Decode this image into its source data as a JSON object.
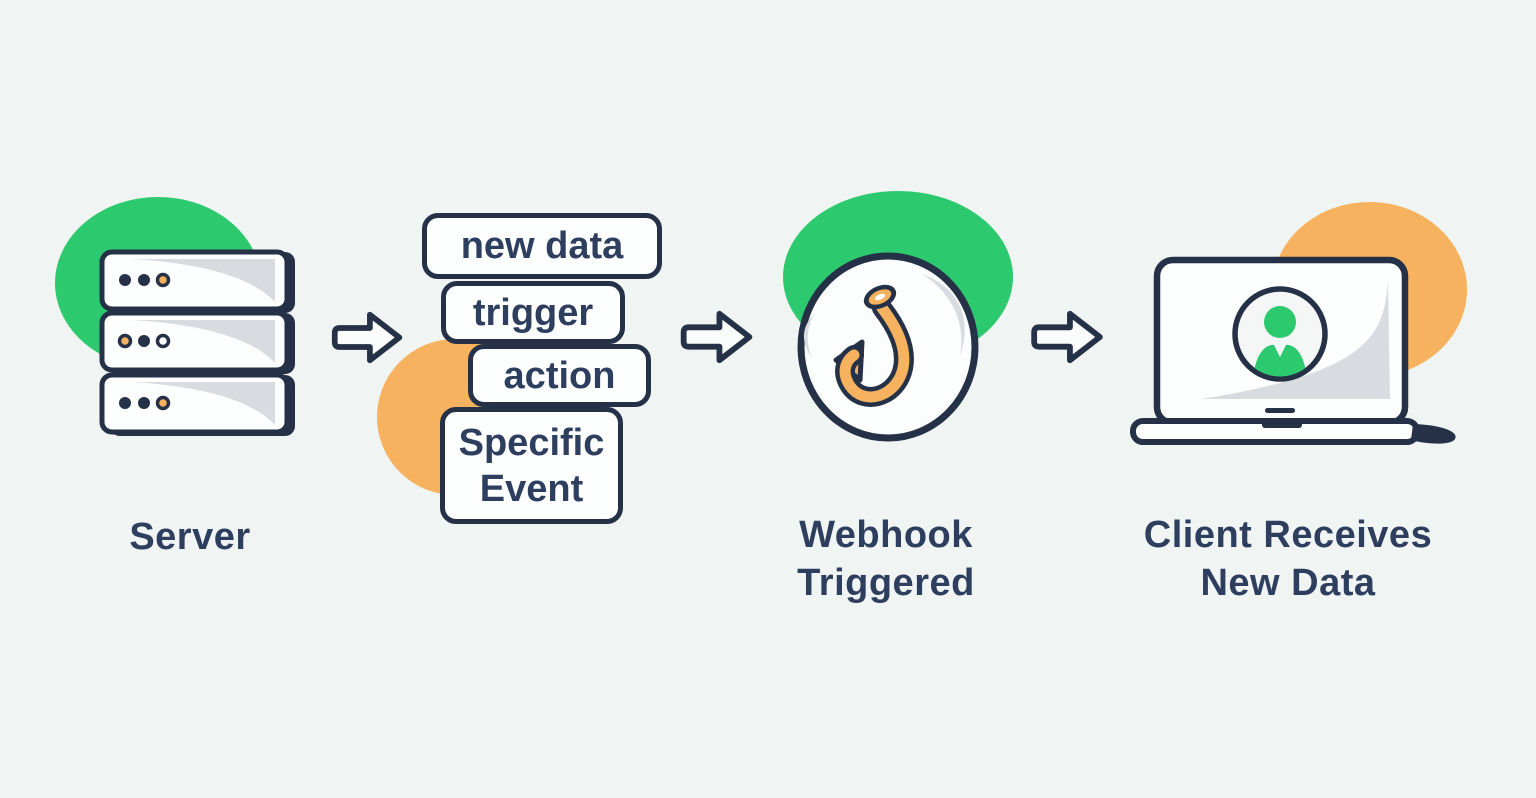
{
  "colors": {
    "background": "#f0f4f2",
    "outline_navy": "#253147",
    "text_navy": "#2e3e5e",
    "green": "#2dc96e",
    "orange": "#f6b25e",
    "gray_highlight": "#d8dce1",
    "white_fill": "#fdfefe"
  },
  "flow": {
    "server": {
      "label": "Server",
      "icon": "server-stack-icon"
    },
    "event_stack": {
      "pills": [
        "new data",
        "trigger",
        "action",
        "Specific Event"
      ]
    },
    "webhook": {
      "label": "Webhook Triggered",
      "icon": "fishhook-icon"
    },
    "client": {
      "label": "Client Receives New Data",
      "icon": "laptop-user-icon"
    }
  },
  "connectors": {
    "icon": "arrow-right-icon",
    "count": 3
  }
}
